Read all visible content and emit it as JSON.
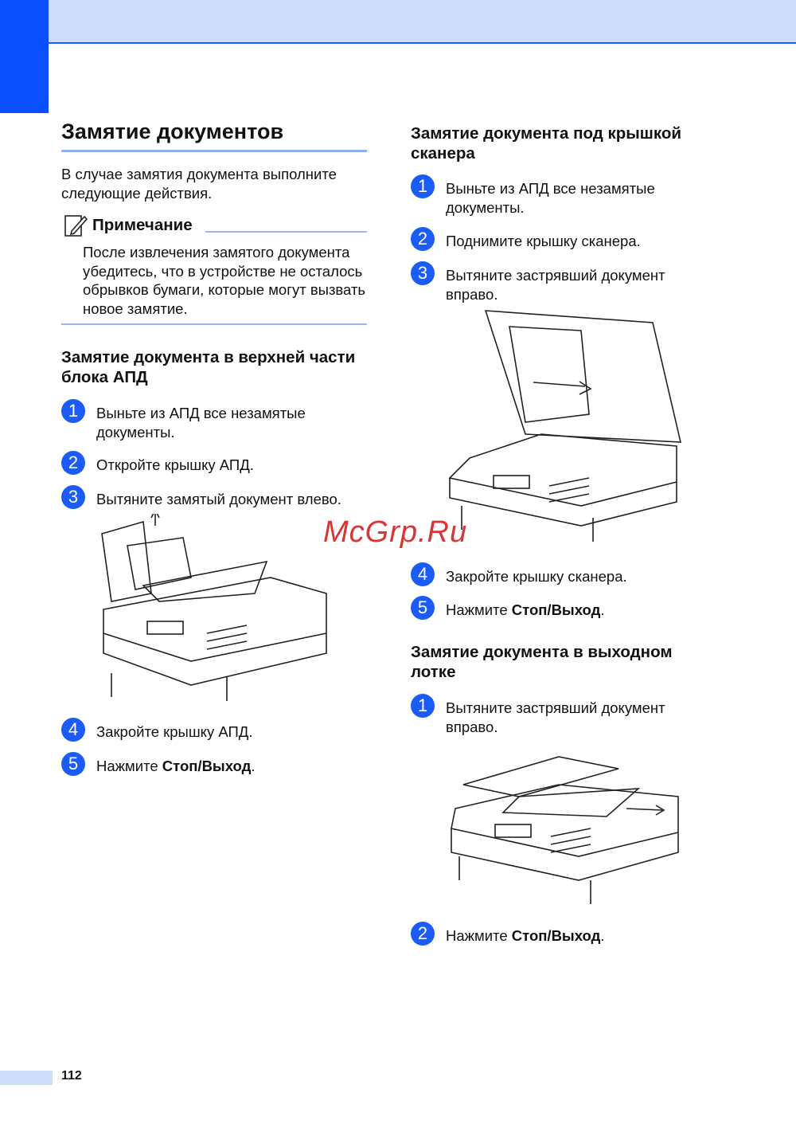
{
  "title": "Замятие документов",
  "intro": "В случае замятия документа выполните следующие действия.",
  "note": {
    "heading": "Примечание",
    "text": "После извлечения замятого документа убедитесь, что в устройстве не осталось обрывков бумаги, которые могут вызвать новое замятие."
  },
  "sections": {
    "adf_top": {
      "heading": "Замятие документа в верхней части блока АПД",
      "steps": [
        {
          "n": "1",
          "text": "Выньте из АПД все незамятые документы."
        },
        {
          "n": "2",
          "text": "Откройте крышку АПД."
        },
        {
          "n": "3",
          "text": "Вытяните замятый документ влево."
        },
        {
          "n": "4",
          "text": "Закройте крышку АПД."
        },
        {
          "n": "5",
          "text": "Нажмите ",
          "bold": "Стоп/Выход",
          "end": "."
        }
      ]
    },
    "scanner_cover": {
      "heading": "Замятие документа под крышкой сканера",
      "steps": [
        {
          "n": "1",
          "text": "Выньте из АПД все незамятые документы."
        },
        {
          "n": "2",
          "text": "Поднимите крышку сканера."
        },
        {
          "n": "3",
          "text": "Вытяните застрявший документ вправо."
        },
        {
          "n": "4",
          "text": "Закройте крышку сканера."
        },
        {
          "n": "5",
          "text": "Нажмите ",
          "bold": "Стоп/Выход",
          "end": "."
        }
      ]
    },
    "output_tray": {
      "heading": "Замятие документа в выходном лотке",
      "steps": [
        {
          "n": "1",
          "text": "Вытяните застрявший документ вправо."
        },
        {
          "n": "2",
          "text": "Нажмите ",
          "bold": "Стоп/Выход",
          "end": "."
        }
      ]
    }
  },
  "watermark": "McGrp.Ru",
  "page_number": "112",
  "colors": {
    "accent": "#0a50ff",
    "band": "#cddcf8",
    "step": "#1a5cf5",
    "watermark": "#d42020"
  }
}
